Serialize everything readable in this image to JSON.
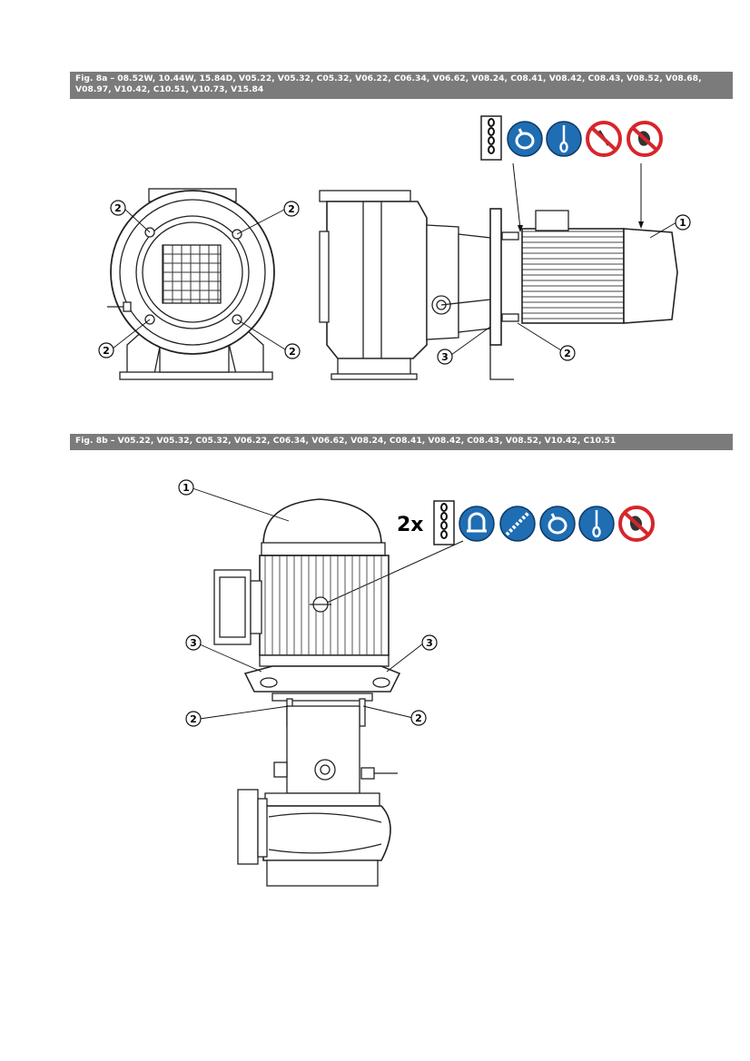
{
  "fig8a": {
    "caption": "Fig. 8a – 08.52W, 10.44W, 15.84D, V05.22, V05.32, C05.32, V06.22, C06.34, V06.62, V08.24, C08.41, V08.42, C08.43, V08.52, V08.68, V08.97,  V10.42, C10.51, V10.73, V15.84",
    "icons": [
      "chain-icon",
      "sling-loop-icon",
      "lifting-hook-icon",
      "no-hook-icon",
      "no-hand-icon"
    ],
    "callouts": {
      "c1": "1",
      "c2": "2",
      "c3": "3"
    }
  },
  "fig8b": {
    "caption": "Fig. 8b – V05.22, V05.32, C05.32, V06.22, C06.34, V06.62, V08.24, C08.41, V08.42, C08.43, V08.52, V10.42, C10.51",
    "multiplier": "2x",
    "icons": [
      "chain-icon",
      "shackle-icon",
      "chain-link-icon",
      "sling-loop-icon",
      "lifting-hook-icon",
      "no-hand-icon"
    ],
    "callouts": {
      "c1": "1",
      "c2": "2",
      "c3": "3"
    }
  },
  "colors": {
    "header_bar": "#7b7b7b",
    "mandatory_blue": "#1f6db3",
    "prohibition_red": "#d6262b"
  }
}
